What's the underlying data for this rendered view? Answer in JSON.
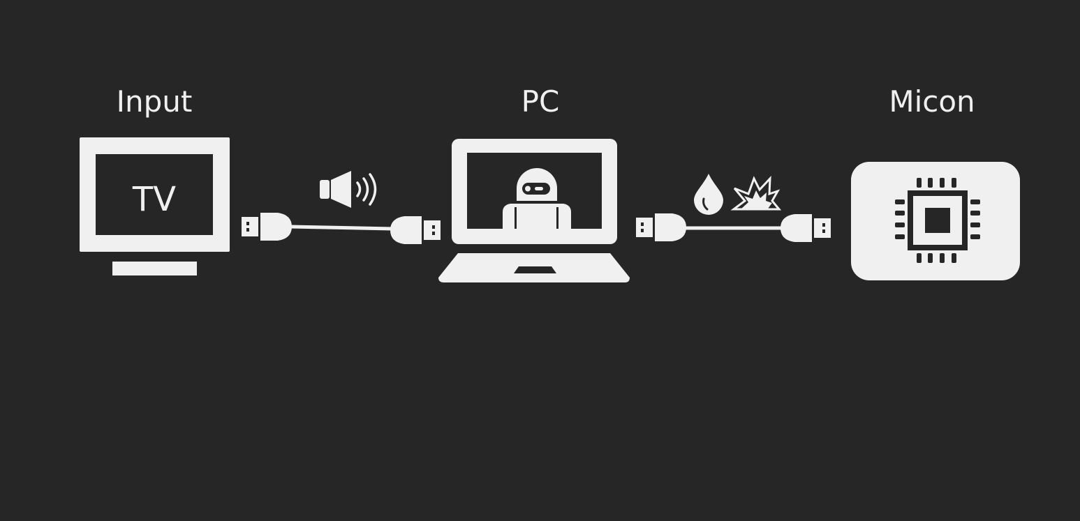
{
  "colors": {
    "background": "#262626",
    "foreground": "#f0f0f0"
  },
  "nodes": {
    "input": {
      "label": "Input",
      "icon": "tv-icon",
      "screen_text": "TV"
    },
    "pc": {
      "label": "PC",
      "icon": "laptop-robot-icon"
    },
    "micon": {
      "label": "Micon",
      "icon": "microchip-icon"
    }
  },
  "links": [
    {
      "from": "input",
      "to": "pc",
      "type": "usb-cable",
      "signals": [
        "speaker-icon"
      ]
    },
    {
      "from": "pc",
      "to": "micon",
      "type": "usb-cable",
      "signals": [
        "water-drop-icon",
        "explosion-icon"
      ]
    }
  ]
}
